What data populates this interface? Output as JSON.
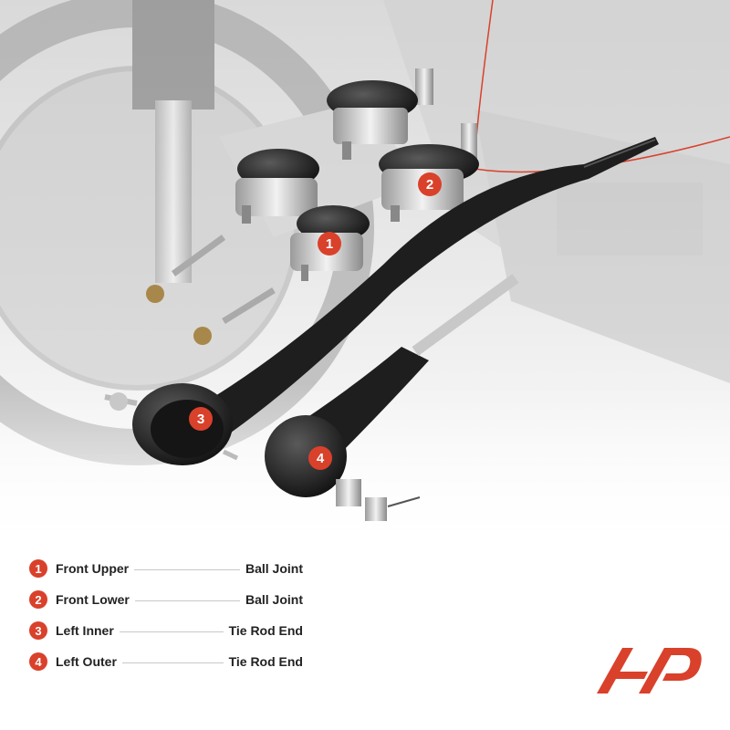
{
  "callouts": [
    "1",
    "2",
    "3",
    "4"
  ],
  "legend": [
    {
      "num": "1",
      "left": "Front Upper",
      "right": "Ball Joint"
    },
    {
      "num": "2",
      "left": "Front Lower",
      "right": "Ball Joint"
    },
    {
      "num": "3",
      "left": "Left Inner",
      "right": "Tie Rod End"
    },
    {
      "num": "4",
      "left": "Left Outer",
      "right": "Tie Rod End"
    }
  ],
  "colors": {
    "accent": "#d9412b",
    "part": "#1e1e1e",
    "text": "#222222"
  },
  "logo": {
    "name": "brand-logo"
  }
}
